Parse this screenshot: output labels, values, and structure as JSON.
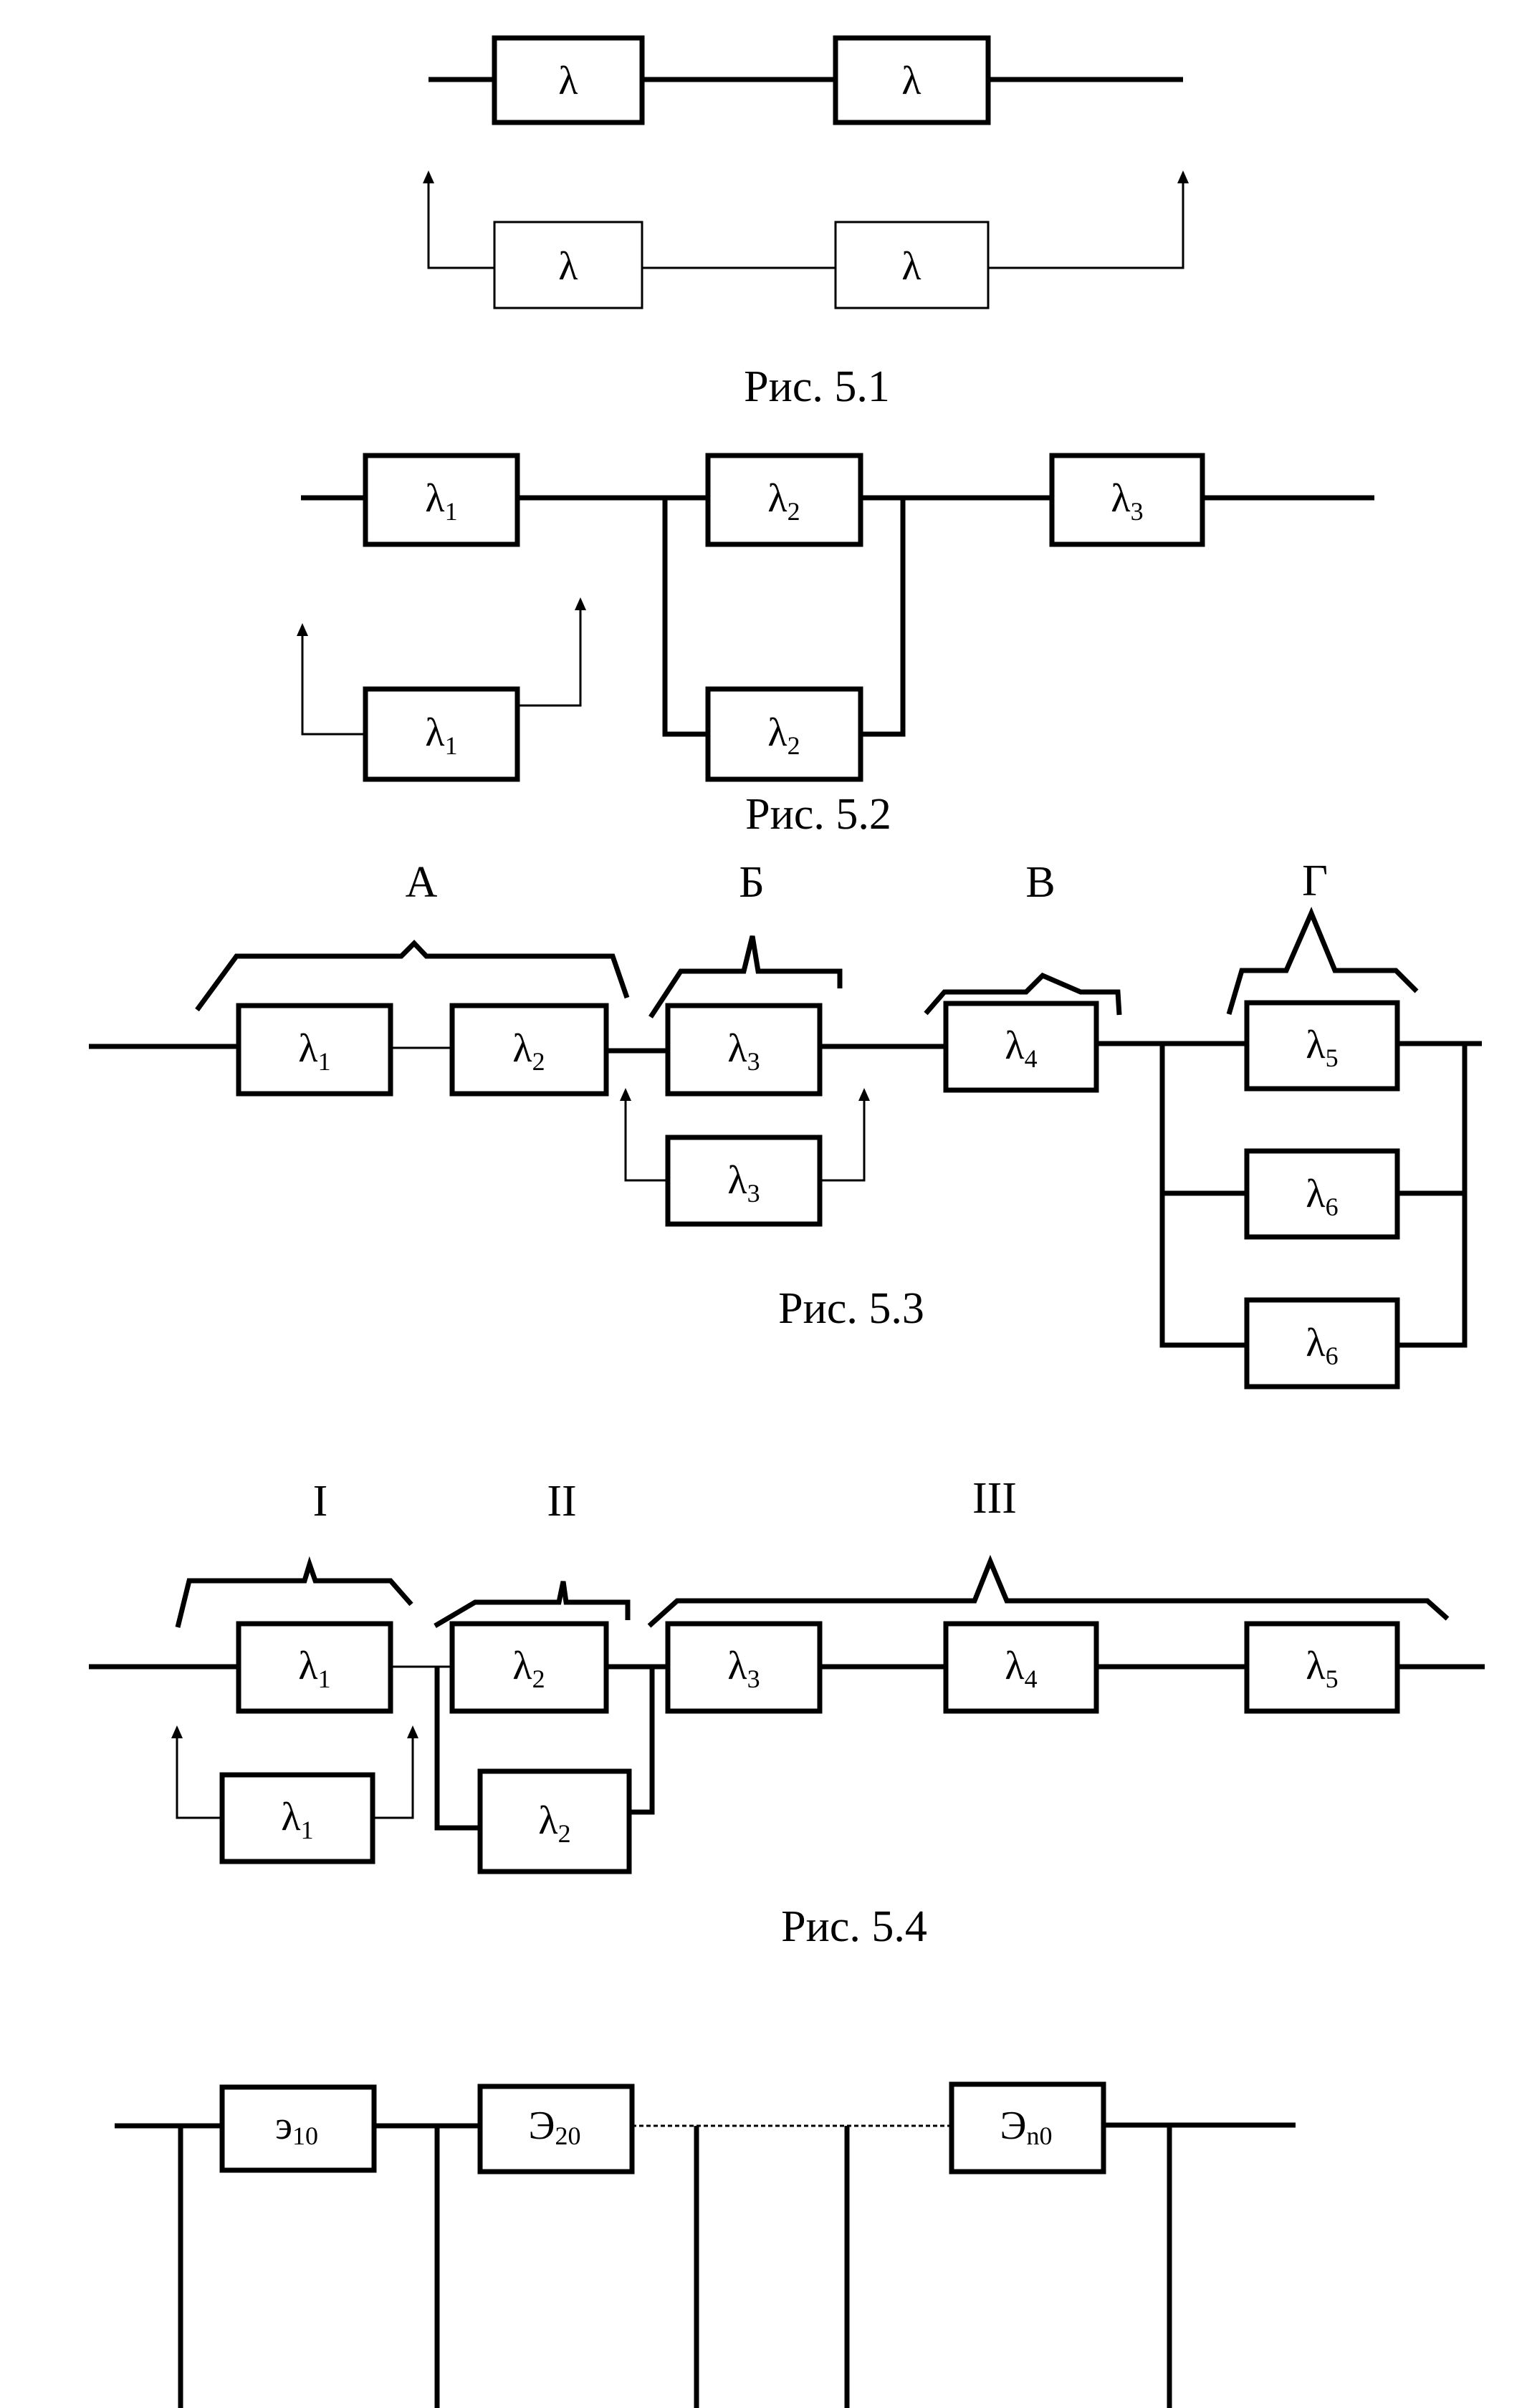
{
  "figures": [
    {
      "id": "5.1",
      "caption": "Рис. 5.1",
      "blocks": [
        {
          "symbol": "λ",
          "index": ""
        },
        {
          "symbol": "λ",
          "index": ""
        },
        {
          "symbol": "λ",
          "index": ""
        },
        {
          "symbol": "λ",
          "index": ""
        }
      ]
    },
    {
      "id": "5.2",
      "caption": "Рис. 5.2",
      "blocks": [
        {
          "symbol": "λ",
          "index": "1"
        },
        {
          "symbol": "λ",
          "index": "2"
        },
        {
          "symbol": "λ",
          "index": "3"
        },
        {
          "symbol": "λ",
          "index": "1"
        },
        {
          "symbol": "λ",
          "index": "2"
        }
      ]
    },
    {
      "id": "5.3",
      "caption": "Рис. 5.3",
      "group_labels": [
        "А",
        "Б",
        "В",
        "Г"
      ],
      "blocks": [
        {
          "symbol": "λ",
          "index": "1"
        },
        {
          "symbol": "λ",
          "index": "2"
        },
        {
          "symbol": "λ",
          "index": "3"
        },
        {
          "symbol": "λ",
          "index": "3"
        },
        {
          "symbol": "λ",
          "index": "4"
        },
        {
          "symbol": "λ",
          "index": "5"
        },
        {
          "symbol": "λ",
          "index": "6"
        },
        {
          "symbol": "λ",
          "index": "6"
        }
      ]
    },
    {
      "id": "5.4",
      "caption": "Рис. 5.4",
      "group_labels": [
        "I",
        "II",
        "III"
      ],
      "blocks": [
        {
          "symbol": "λ",
          "index": "1"
        },
        {
          "symbol": "λ",
          "index": "2"
        },
        {
          "symbol": "λ",
          "index": "3"
        },
        {
          "symbol": "λ",
          "index": "4"
        },
        {
          "symbol": "λ",
          "index": "5"
        },
        {
          "symbol": "λ",
          "index": "1"
        },
        {
          "symbol": "λ",
          "index": "2"
        }
      ]
    },
    {
      "id": "5.5",
      "caption": "",
      "blocks": [
        {
          "symbol": "э",
          "index": "10"
        },
        {
          "symbol": "Э",
          "index": "20"
        },
        {
          "symbol": "Э",
          "index": "n0"
        }
      ]
    }
  ]
}
